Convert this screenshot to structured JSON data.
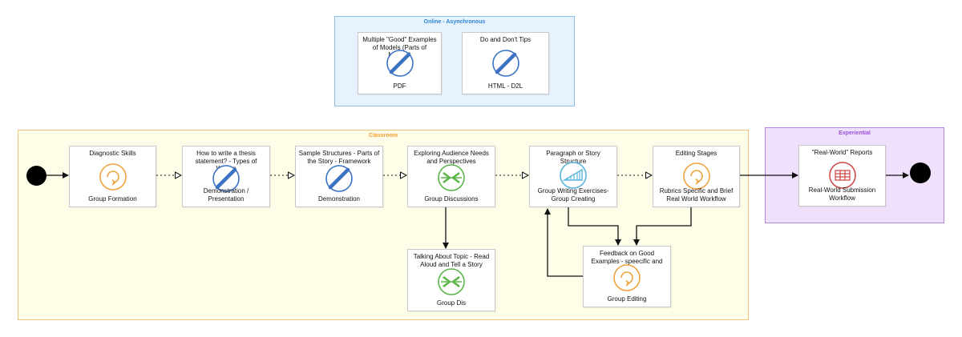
{
  "zones": {
    "online": "Online - Asynchronous",
    "classroom": "Classroom",
    "experiential": "Experiential"
  },
  "cards": {
    "models": {
      "title": "Multiple \"Good\" Examples of Models (Parts of Models)",
      "sub": "PDF",
      "icon": "no-resource-icon"
    },
    "tips": {
      "title": "Do and Don't Tips",
      "sub": "HTML - D2L",
      "icon": "no-resource-icon"
    },
    "diag": {
      "title": "Diagnostic Skills",
      "sub": "Group Formation",
      "icon": "cycle-icon"
    },
    "thesis": {
      "title": "How to write a thesis statement? - Types of Writing",
      "sub": "Demonstration / Presentation",
      "icon": "no-resource-icon"
    },
    "sample": {
      "title": "Sample Structures - Parts of the Story - Framework",
      "sub": "Demonstration",
      "icon": "no-resource-icon"
    },
    "explore": {
      "title": "Exploring Audience Needs and Perspectives",
      "sub": "Group Discussions",
      "icon": "converge-arrows-icon"
    },
    "para": {
      "title": "Paragraph or Story Structure",
      "sub": "Group Writing Exercises- Group Creating",
      "icon": "progress-ramp-icon"
    },
    "editing": {
      "title": "Editing Stages",
      "sub": "Rubrics  Specific  and Brief  Real World Workflow",
      "icon": "cycle-icon"
    },
    "talking": {
      "title": "Talking About Topic - Read Aloud and Tell a Story",
      "sub": "Group Dis",
      "icon": "converge-arrows-icon"
    },
    "feedback": {
      "title": "Feedback on Good Examples - speecific and brief",
      "sub": "Group Editing",
      "icon": "cycle-icon"
    },
    "reports": {
      "title": "\"Real-World\" Reports",
      "sub": "Real-World  Submission Workflow",
      "icon": "table-icon"
    }
  },
  "colors": {
    "online_fill": "#e6f2fd",
    "online_border": "#8ec1ea",
    "online_text": "#2f86d6",
    "classroom_fill": "#fdfde8",
    "classroom_border": "#f0c47c",
    "classroom_text": "#f39c33",
    "experiential_fill": "#efe1fb",
    "experiential_border": "#b685e3",
    "experiential_text": "#9a4fd8",
    "no_resource": "#3b72c4",
    "cycle": "#f0a33c",
    "converge": "#5bb64a",
    "ramp": "#5ab4dd",
    "table": "#cf4a4a"
  }
}
